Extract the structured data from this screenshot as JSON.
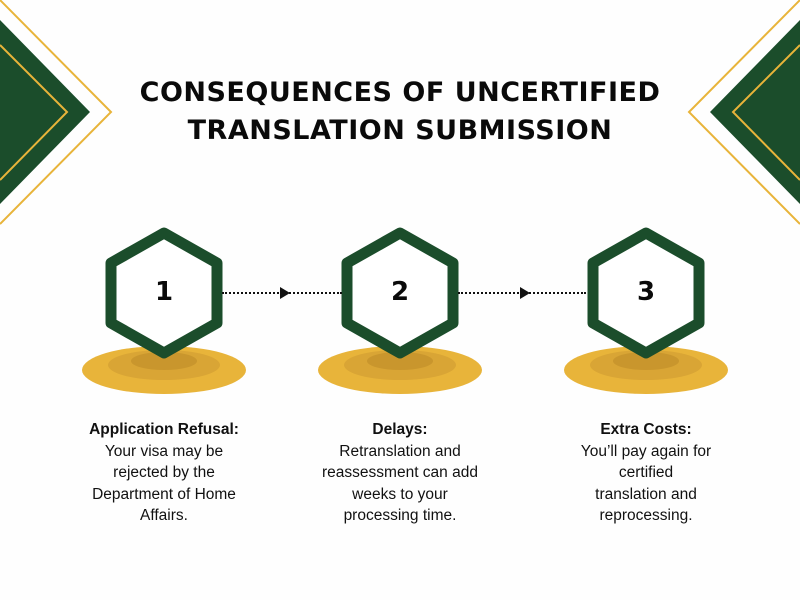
{
  "title": {
    "line1": "CONSEQUENCES OF UNCERTIFIED",
    "line2": "TRANSLATION SUBMISSION"
  },
  "colors": {
    "primary_green": "#1b4d2b",
    "gold": "#e8b43a",
    "gold_mid": "#d9a535",
    "gold_dark": "#c9962d",
    "background": "#fefefe"
  },
  "steps": [
    {
      "number": "1",
      "heading": "Application Refusal:",
      "lines": [
        "Your visa may be",
        "rejected by the",
        "Department of Home",
        "Affairs."
      ]
    },
    {
      "number": "2",
      "heading": "Delays:",
      "lines": [
        "Retranslation and",
        "reassessment can add",
        "weeks to your",
        "processing time."
      ]
    },
    {
      "number": "3",
      "heading": "Extra Costs:",
      "lines": [
        "You’ll pay again for",
        "certified",
        "translation and",
        "reprocessing."
      ]
    }
  ]
}
